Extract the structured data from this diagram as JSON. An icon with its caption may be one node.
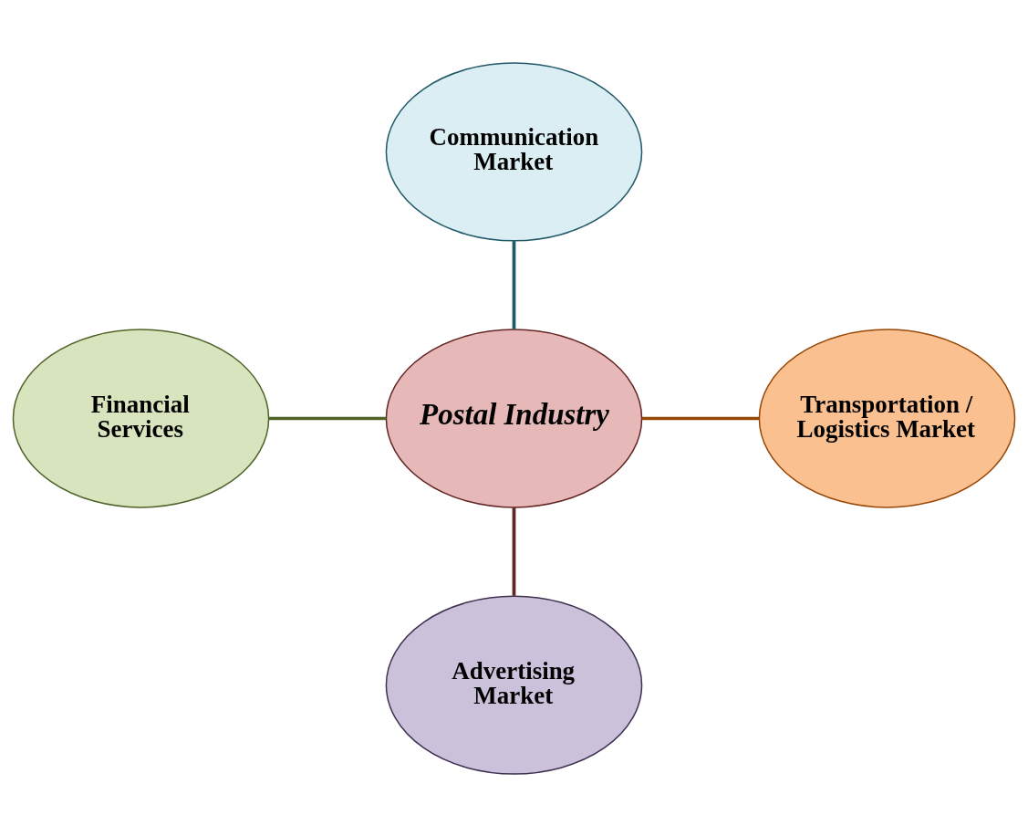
{
  "diagram": {
    "nodes": [
      {
        "text": [
          "Communication Market"
        ]
      },
      {
        "text": [
          "Financial Services"
        ]
      },
      {
        "text": [
          "Postal Industry"
        ]
      },
      {
        "text": [
          "Transportation / Logistics Market"
        ]
      },
      {
        "text": [
          "Advertising Market"
        ]
      }
    ],
    "edges": [
      {
        "from": 0,
        "to": 2,
        "arrow": "none",
        "color": "#215968"
      },
      {
        "from": 1,
        "to": 2,
        "arrow": "none",
        "color": "#4f6228"
      },
      {
        "from": 2,
        "to": 3,
        "arrow": "none",
        "color": "#984806"
      },
      {
        "from": 2,
        "to": 4,
        "arrow": "none",
        "color": "#632523"
      }
    ]
  }
}
